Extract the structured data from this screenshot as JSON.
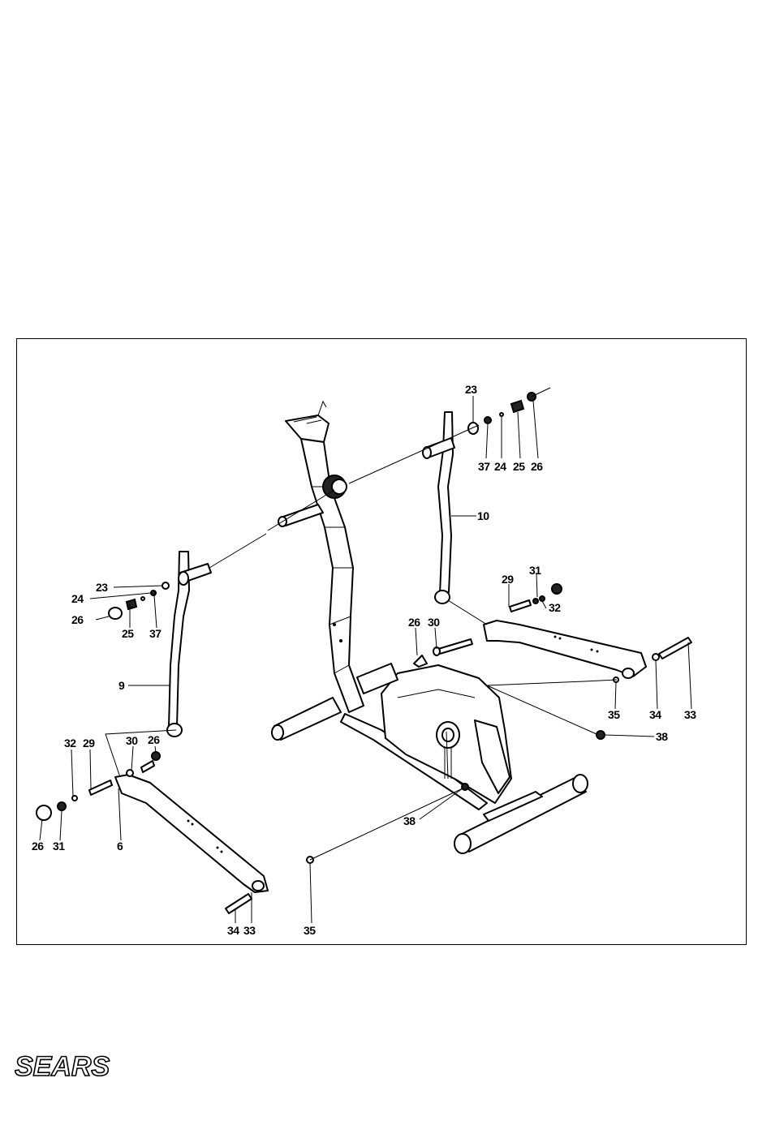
{
  "callouts": {
    "c23_top": "23",
    "c37_top": "37",
    "c24_top": "24",
    "c25_top": "25",
    "c26_top": "26",
    "c10": "10",
    "c29_right": "29",
    "c31_right": "31",
    "c32_right": "32",
    "c26_mid": "26",
    "c30_mid": "30",
    "c35_right": "35",
    "c34_right": "34",
    "c33_right": "33",
    "c38_right": "38",
    "c23_left": "23",
    "c24_left": "24",
    "c26_left": "26",
    "c25_left": "25",
    "c37_left": "37",
    "c9": "9",
    "c32_left": "32",
    "c29_left": "29",
    "c30_left": "30",
    "c26_leftlow": "26",
    "c26_bottom": "26",
    "c31_bottom": "31",
    "c6": "6",
    "c38_bottom": "38",
    "c34_bottom": "34",
    "c33_bottom": "33",
    "c35_bottom": "35"
  },
  "brand": {
    "logo_text": "SEARS"
  }
}
